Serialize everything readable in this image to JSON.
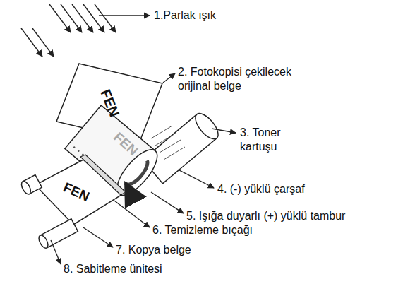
{
  "diagram": {
    "labels": [
      "1.Parlak ışık",
      "2. Fotokopisi çekilecek orijinal belge",
      "3. Toner kartuşu",
      "4. (-) yüklü çarşaf",
      "5. Işığa duyarlı (+) yüklü tambur",
      "6. Temizleme bıçağı",
      "7. Kopya belge",
      "8. Sabitleme ünitesi",
      "FEN",
      "FEN",
      "FEN"
    ]
  }
}
